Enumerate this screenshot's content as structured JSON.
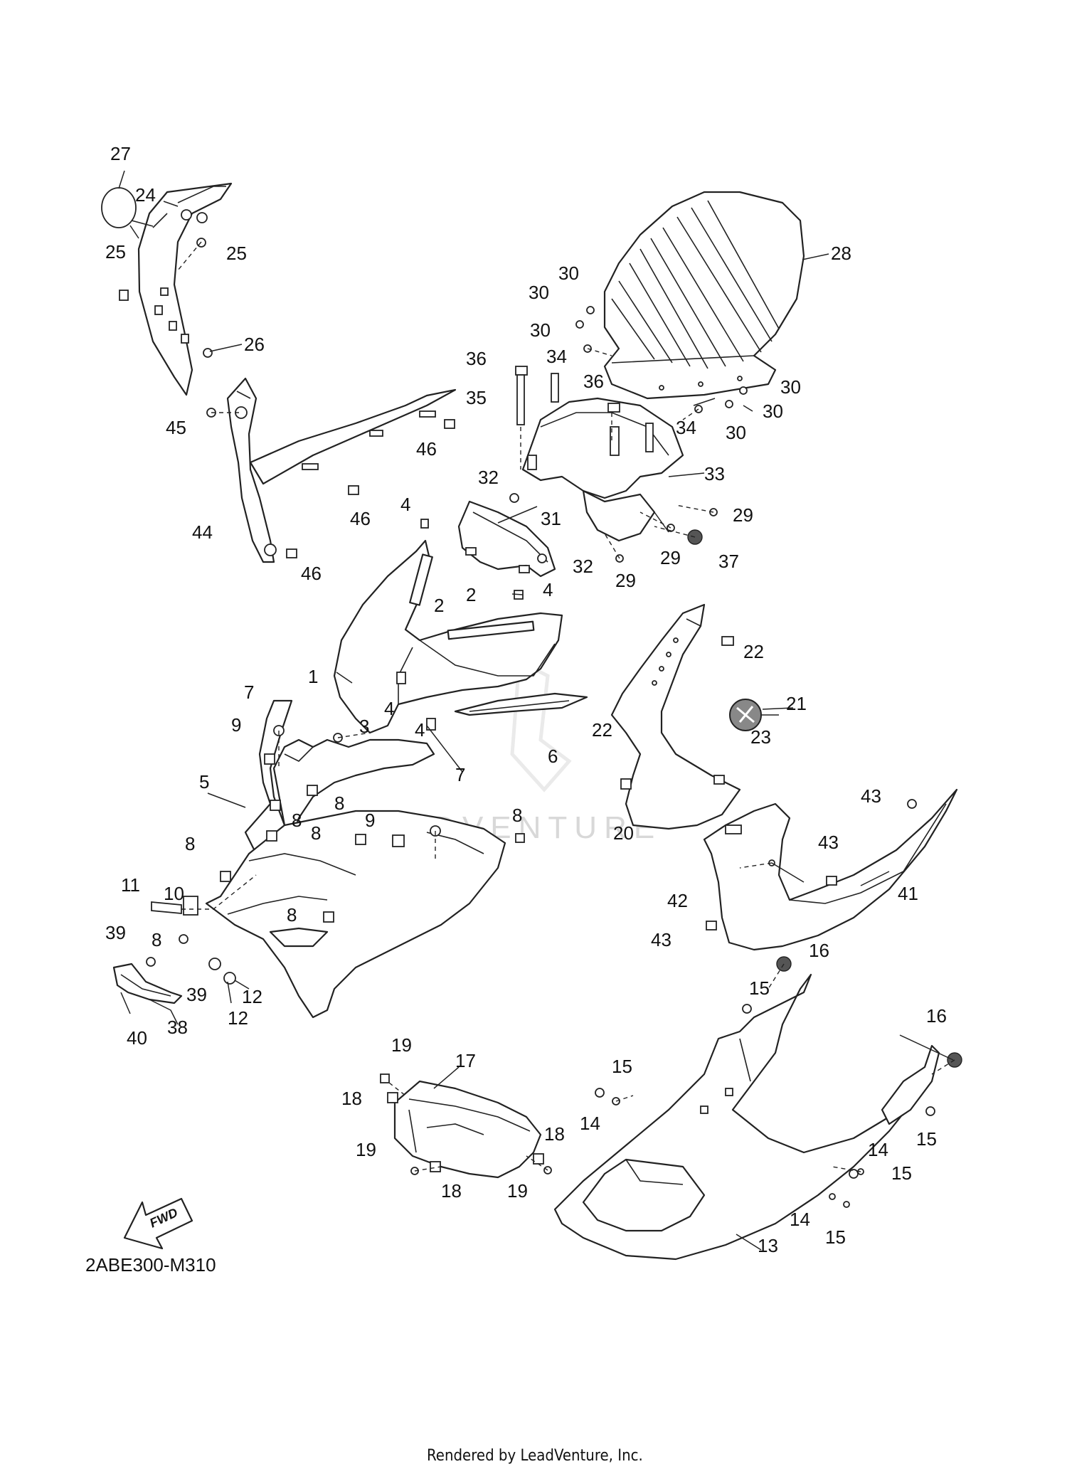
{
  "diagram": {
    "diagram_code": "2ABE300-M310",
    "footer_text": "Rendered by LeadVenture, Inc.",
    "watermark_text": "LEADVENTURE",
    "fwd_arrow_label": "FWD",
    "part_labels": [
      {
        "id": "p27",
        "text": "27"
      },
      {
        "id": "p24",
        "text": "24"
      },
      {
        "id": "p25a",
        "text": "25"
      },
      {
        "id": "p25b",
        "text": "25"
      },
      {
        "id": "p26",
        "text": "26"
      },
      {
        "id": "p45",
        "text": "45"
      },
      {
        "id": "p46a",
        "text": "46"
      },
      {
        "id": "p46b",
        "text": "46"
      },
      {
        "id": "p46c",
        "text": "46"
      },
      {
        "id": "p44",
        "text": "44"
      },
      {
        "id": "p28",
        "text": "28"
      },
      {
        "id": "p30a",
        "text": "30"
      },
      {
        "id": "p30b",
        "text": "30"
      },
      {
        "id": "p30c",
        "text": "30"
      },
      {
        "id": "p30d",
        "text": "30"
      },
      {
        "id": "p30e",
        "text": "30"
      },
      {
        "id": "p30f",
        "text": "30"
      },
      {
        "id": "p36a",
        "text": "36"
      },
      {
        "id": "p36b",
        "text": "36"
      },
      {
        "id": "p34a",
        "text": "34"
      },
      {
        "id": "p34b",
        "text": "34"
      },
      {
        "id": "p35",
        "text": "35"
      },
      {
        "id": "p33",
        "text": "33"
      },
      {
        "id": "p32a",
        "text": "32"
      },
      {
        "id": "p32b",
        "text": "32"
      },
      {
        "id": "p31",
        "text": "31"
      },
      {
        "id": "p29a",
        "text": "29"
      },
      {
        "id": "p29b",
        "text": "29"
      },
      {
        "id": "p29c",
        "text": "29"
      },
      {
        "id": "p37",
        "text": "37"
      },
      {
        "id": "p4a",
        "text": "4"
      },
      {
        "id": "p4b",
        "text": "4"
      },
      {
        "id": "p4c",
        "text": "4"
      },
      {
        "id": "p4d",
        "text": "4"
      },
      {
        "id": "p2a",
        "text": "2"
      },
      {
        "id": "p2b",
        "text": "2"
      },
      {
        "id": "p1",
        "text": "1"
      },
      {
        "id": "p3",
        "text": "3"
      },
      {
        "id": "p6",
        "text": "6"
      },
      {
        "id": "p22a",
        "text": "22"
      },
      {
        "id": "p22b",
        "text": "22"
      },
      {
        "id": "p21",
        "text": "21"
      },
      {
        "id": "p23",
        "text": "23"
      },
      {
        "id": "p20",
        "text": "20"
      },
      {
        "id": "p7a",
        "text": "7"
      },
      {
        "id": "p7b",
        "text": "7"
      },
      {
        "id": "p9a",
        "text": "9"
      },
      {
        "id": "p9b",
        "text": "9"
      },
      {
        "id": "p5",
        "text": "5"
      },
      {
        "id": "p8a",
        "text": "8"
      },
      {
        "id": "p8b",
        "text": "8"
      },
      {
        "id": "p8c",
        "text": "8"
      },
      {
        "id": "p8d",
        "text": "8"
      },
      {
        "id": "p8e",
        "text": "8"
      },
      {
        "id": "p8f",
        "text": "8"
      },
      {
        "id": "p8g",
        "text": "8"
      },
      {
        "id": "p10",
        "text": "10"
      },
      {
        "id": "p11",
        "text": "11"
      },
      {
        "id": "p39a",
        "text": "39"
      },
      {
        "id": "p39b",
        "text": "39"
      },
      {
        "id": "p12a",
        "text": "12"
      },
      {
        "id": "p12b",
        "text": "12"
      },
      {
        "id": "p40",
        "text": "40"
      },
      {
        "id": "p38",
        "text": "38"
      },
      {
        "id": "p43a",
        "text": "43"
      },
      {
        "id": "p43b",
        "text": "43"
      },
      {
        "id": "p43c",
        "text": "43"
      },
      {
        "id": "p42",
        "text": "42"
      },
      {
        "id": "p41",
        "text": "41"
      },
      {
        "id": "p16a",
        "text": "16"
      },
      {
        "id": "p16b",
        "text": "16"
      },
      {
        "id": "p15a",
        "text": "15"
      },
      {
        "id": "p15b",
        "text": "15"
      },
      {
        "id": "p15c",
        "text": "15"
      },
      {
        "id": "p15d",
        "text": "15"
      },
      {
        "id": "p15e",
        "text": "15"
      },
      {
        "id": "p14a",
        "text": "14"
      },
      {
        "id": "p14b",
        "text": "14"
      },
      {
        "id": "p14c",
        "text": "14"
      },
      {
        "id": "p13",
        "text": "13"
      },
      {
        "id": "p17",
        "text": "17"
      },
      {
        "id": "p18a",
        "text": "18"
      },
      {
        "id": "p18b",
        "text": "18"
      },
      {
        "id": "p18c",
        "text": "18"
      },
      {
        "id": "p19a",
        "text": "19"
      },
      {
        "id": "p19b",
        "text": "19"
      },
      {
        "id": "p19c",
        "text": "19"
      }
    ]
  }
}
